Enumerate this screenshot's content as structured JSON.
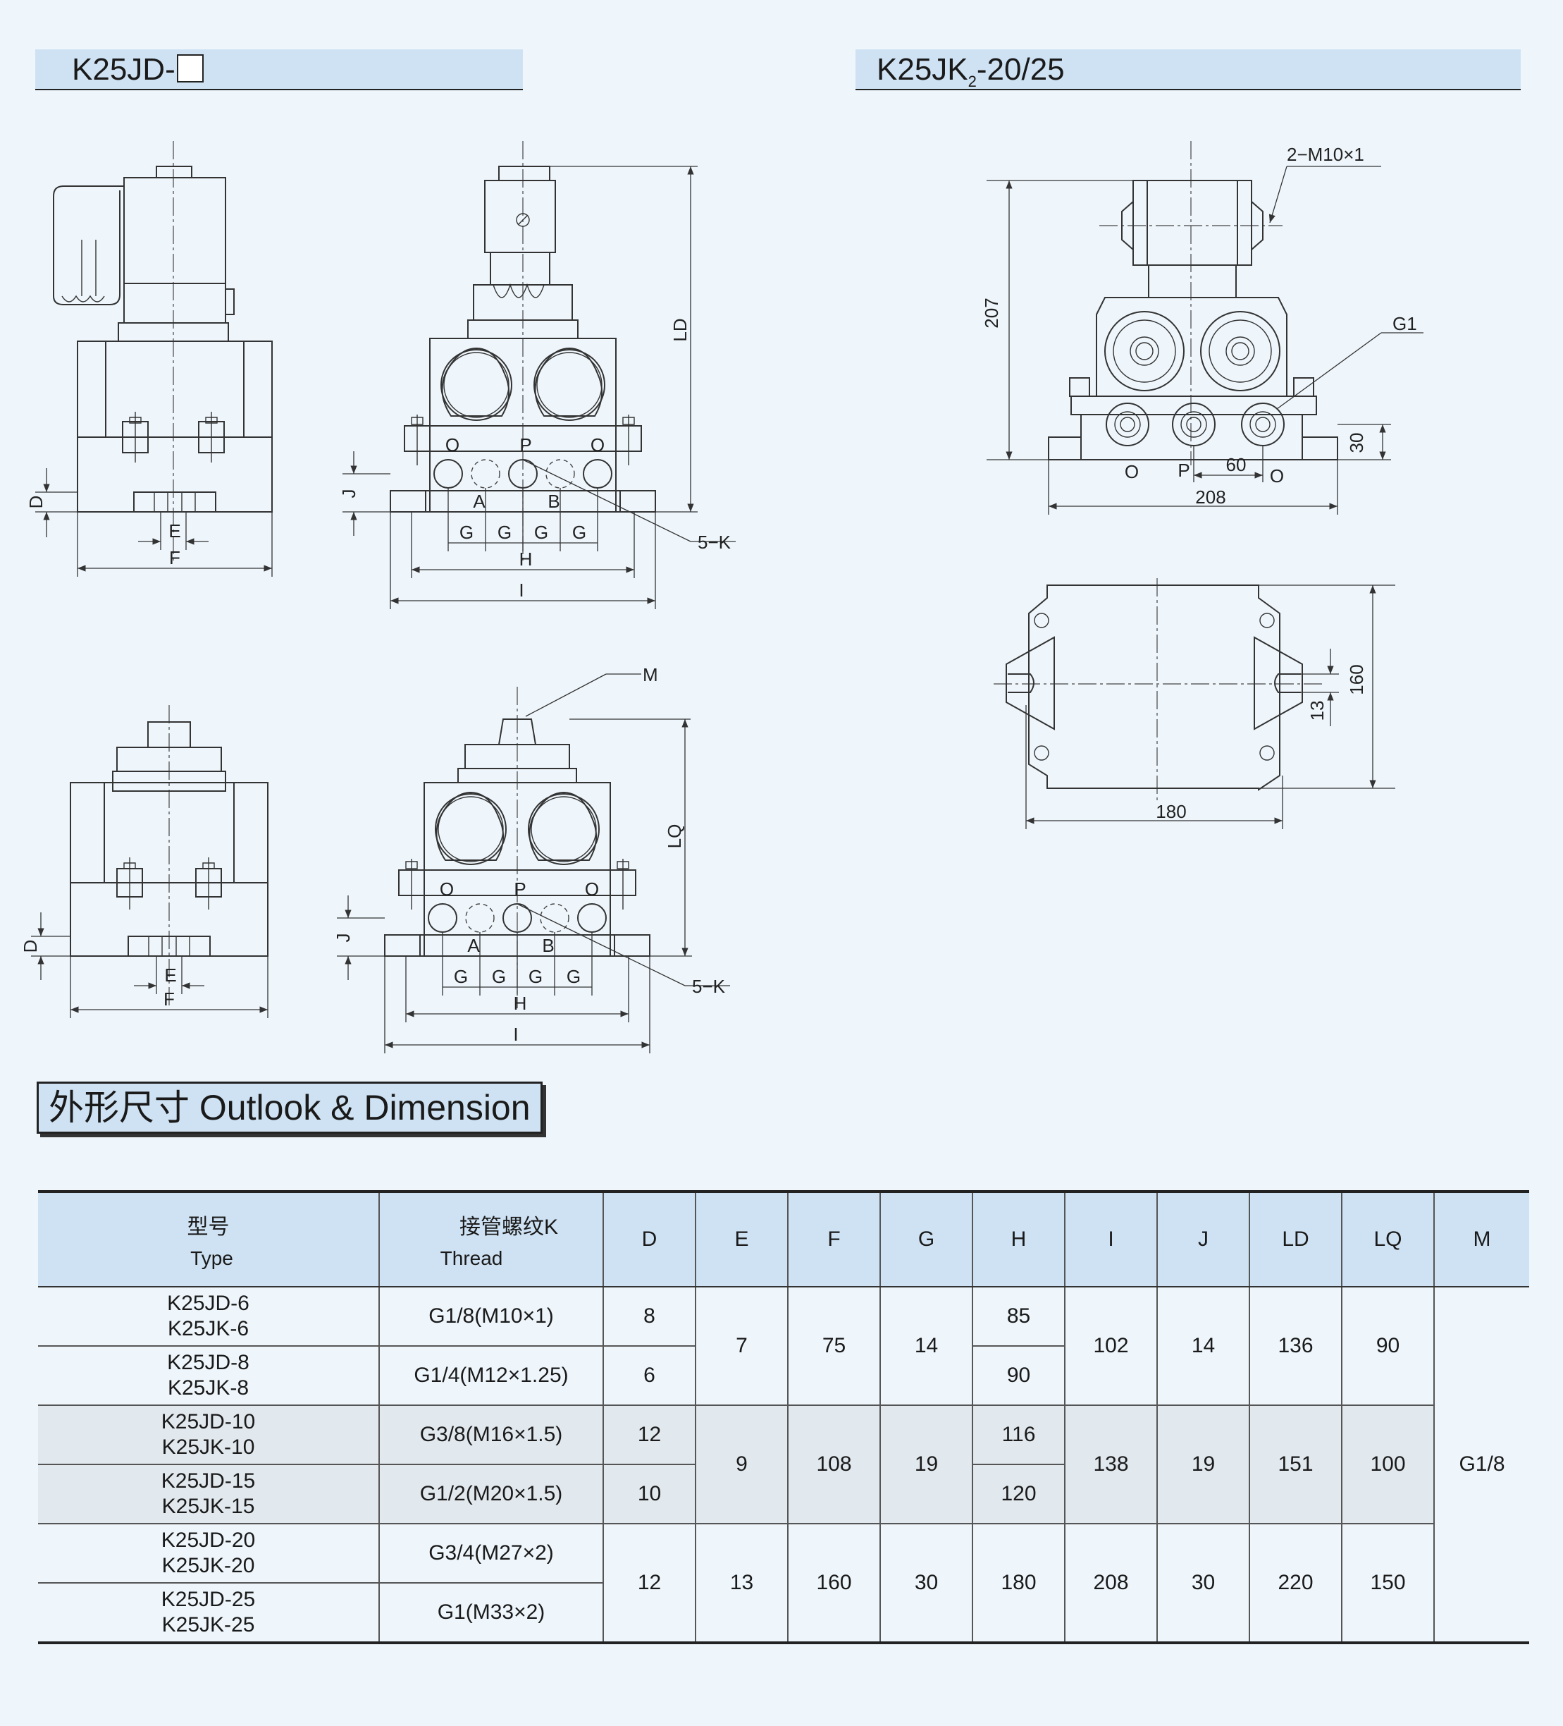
{
  "headers": {
    "left": "K25JD-",
    "right_pre": "K25JK",
    "right_sub": "2",
    "right_post": "-20/25"
  },
  "drawing_labels": {
    "D": "D",
    "E": "E",
    "F": "F",
    "G": "G",
    "H": "H",
    "I": "I",
    "J": "J",
    "LD": "LD",
    "LQ": "LQ",
    "M": "M",
    "K": "5−K",
    "O": "O",
    "P": "P",
    "A": "A",
    "B": "B",
    "thread": "2−M10×1",
    "G1": "G1",
    "d207": "207",
    "d30": "30",
    "d60": "60",
    "d208": "208",
    "d160": "160",
    "d13": "13",
    "d180": "180"
  },
  "section_title": "外形尺寸 Outlook & Dimension",
  "table": {
    "type_cn": "型号",
    "type_en": "Type",
    "thread_cn": "接管螺纹K",
    "thread_en": "Thread",
    "cols": [
      "D",
      "E",
      "F",
      "G",
      "H",
      "I",
      "J",
      "LD",
      "LQ",
      "M"
    ],
    "rows": [
      {
        "jd": "K25JD-6",
        "jk": "K25JK-6",
        "thread": "G1/8(M10×1)",
        "D": "8",
        "H": "85"
      },
      {
        "jd": "K25JD-8",
        "jk": "K25JK-8",
        "thread": "G1/4(M12×1.25)",
        "D": "6",
        "H": "90"
      },
      {
        "jd": "K25JD-10",
        "jk": "K25JK-10",
        "thread": "G3/8(M16×1.5)",
        "D": "12",
        "H": "116"
      },
      {
        "jd": "K25JD-15",
        "jk": "K25JK-15",
        "thread": "G1/2(M20×1.5)",
        "D": "10",
        "H": "120"
      },
      {
        "jd": "K25JD-20",
        "jk": "K25JK-20",
        "thread": "G3/4(M27×2)",
        "D": "12",
        "H": "180"
      },
      {
        "jd": "K25JD-25",
        "jk": "K25JK-25",
        "thread": "G1(M33×2)",
        "D": "12",
        "H": "180"
      }
    ],
    "groups": [
      {
        "E": "7",
        "F": "75",
        "G": "14",
        "I": "102",
        "J": "14",
        "LD": "136",
        "LQ": "90"
      },
      {
        "E": "9",
        "F": "108",
        "G": "19",
        "I": "138",
        "J": "19",
        "LD": "151",
        "LQ": "100"
      },
      {
        "E": "13",
        "F": "160",
        "G": "30",
        "H": "180",
        "I": "208",
        "J": "30",
        "LD": "220",
        "LQ": "150",
        "D": "12"
      }
    ],
    "M": "G1/8"
  }
}
